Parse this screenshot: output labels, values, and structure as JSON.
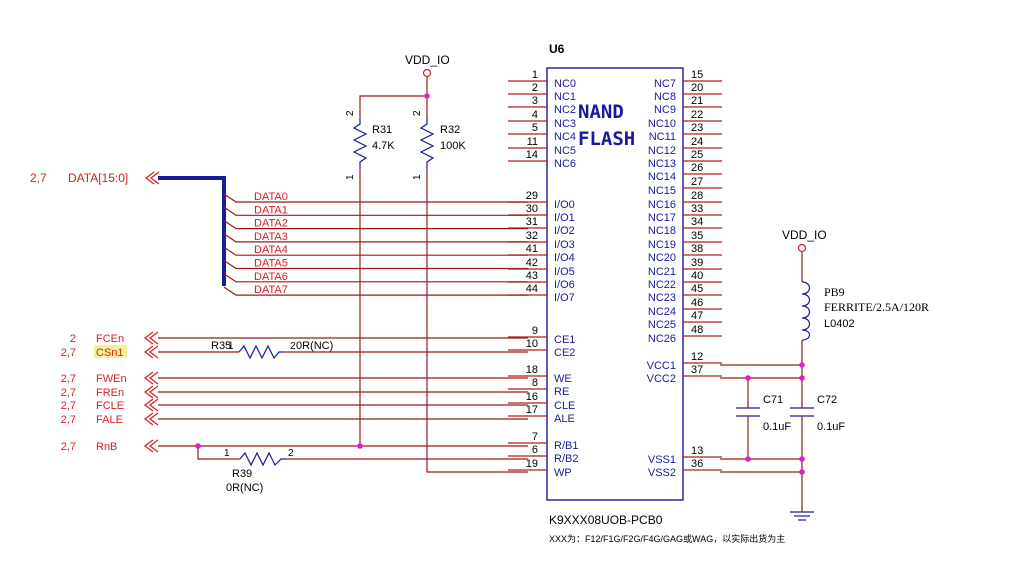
{
  "chip": {
    "ref": "U6",
    "title_line1": "NAND",
    "title_line2": "FLASH",
    "part": "K9XXX08UOB-PCB0",
    "note": "XXX为：F12/F1G/F2G/F4G/GAG或WAG，以实际出货为主",
    "left_pins": [
      {
        "num": "1",
        "name": "NC0"
      },
      {
        "num": "2",
        "name": "NC1"
      },
      {
        "num": "3",
        "name": "NC2"
      },
      {
        "num": "4",
        "name": "NC3"
      },
      {
        "num": "5",
        "name": "NC4"
      },
      {
        "num": "11",
        "name": "NC5"
      },
      {
        "num": "14",
        "name": "NC6"
      },
      {
        "num": "29",
        "name": "I/O0"
      },
      {
        "num": "30",
        "name": "I/O1"
      },
      {
        "num": "31",
        "name": "I/O2"
      },
      {
        "num": "32",
        "name": "I/O3"
      },
      {
        "num": "41",
        "name": "I/O4"
      },
      {
        "num": "42",
        "name": "I/O5"
      },
      {
        "num": "43",
        "name": "I/O6"
      },
      {
        "num": "44",
        "name": "I/O7"
      },
      {
        "num": "9",
        "name": "CE1"
      },
      {
        "num": "10",
        "name": "CE2"
      },
      {
        "num": "18",
        "name": "WE"
      },
      {
        "num": "8",
        "name": "RE"
      },
      {
        "num": "16",
        "name": "CLE"
      },
      {
        "num": "17",
        "name": "ALE"
      },
      {
        "num": "7",
        "name": "R/B1"
      },
      {
        "num": "6",
        "name": "R/B2"
      },
      {
        "num": "19",
        "name": "WP"
      }
    ],
    "right_pins": [
      {
        "num": "15",
        "name": "NC7"
      },
      {
        "num": "20",
        "name": "NC8"
      },
      {
        "num": "21",
        "name": "NC9"
      },
      {
        "num": "22",
        "name": "NC10"
      },
      {
        "num": "23",
        "name": "NC11"
      },
      {
        "num": "24",
        "name": "NC12"
      },
      {
        "num": "25",
        "name": "NC13"
      },
      {
        "num": "26",
        "name": "NC14"
      },
      {
        "num": "27",
        "name": "NC15"
      },
      {
        "num": "28",
        "name": "NC16"
      },
      {
        "num": "33",
        "name": "NC17"
      },
      {
        "num": "34",
        "name": "NC18"
      },
      {
        "num": "35",
        "name": "NC19"
      },
      {
        "num": "38",
        "name": "NC20"
      },
      {
        "num": "39",
        "name": "NC21"
      },
      {
        "num": "40",
        "name": "NC22"
      },
      {
        "num": "45",
        "name": "NC23"
      },
      {
        "num": "46",
        "name": "NC24"
      },
      {
        "num": "47",
        "name": "NC25"
      },
      {
        "num": "48",
        "name": "NC26"
      },
      {
        "num": "12",
        "name": "VCC1"
      },
      {
        "num": "37",
        "name": "VCC2"
      },
      {
        "num": "13",
        "name": "VSS1"
      },
      {
        "num": "36",
        "name": "VSS2"
      }
    ]
  },
  "nets": {
    "data_bus": "DATA[15:0]",
    "data_bus_ref": "2,7",
    "data_lines": [
      "DATA0",
      "DATA1",
      "DATA2",
      "DATA3",
      "DATA4",
      "DATA5",
      "DATA6",
      "DATA7"
    ],
    "ports": [
      {
        "ref": "2",
        "name": "FCEn"
      },
      {
        "ref": "2,7",
        "name": "CSn1"
      },
      {
        "ref": "2,7",
        "name": "FWEn"
      },
      {
        "ref": "2,7",
        "name": "FREn"
      },
      {
        "ref": "2,7",
        "name": "FCLE"
      },
      {
        "ref": "2,7",
        "name": "FALE"
      },
      {
        "ref": "2,7",
        "name": "RnB"
      }
    ]
  },
  "power": {
    "vdd_left": "VDD_IO",
    "vdd_right": "VDD_IO"
  },
  "components": {
    "r31": {
      "ref": "R31",
      "value": "4.7K",
      "pin_top": "2",
      "pin_bot": "1"
    },
    "r32": {
      "ref": "R32",
      "value": "100K",
      "pin_top": "2",
      "pin_bot": "1"
    },
    "r35": {
      "ref": "R35",
      "value": "0R(NC)",
      "pin_l": "1",
      "pin_r": "2"
    },
    "r39": {
      "ref": "R39",
      "value": "0R(NC)",
      "pin_l": "1",
      "pin_r": "2"
    },
    "pb9": {
      "ref": "PB9",
      "value": "FERRITE/2.5A/120R",
      "pkg": "L0402"
    },
    "c71": {
      "ref": "C71",
      "value": "0.1uF"
    },
    "c72": {
      "ref": "C72",
      "value": "0.1uF"
    }
  }
}
